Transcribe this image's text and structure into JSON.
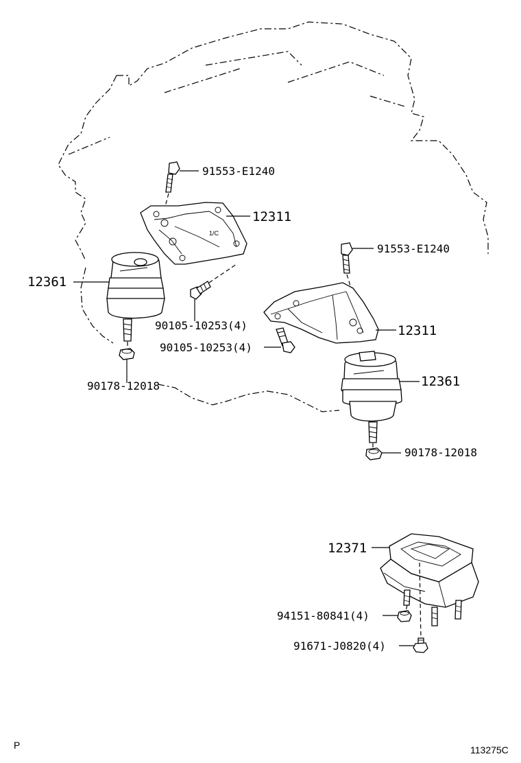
{
  "labels": {
    "bolt_top_left": "91553-E1240",
    "bracket_left": "12311",
    "insulator_left": "12361",
    "bolt_left_4": "90105-10253(4)",
    "nut_left": "90178-12018",
    "bolt_top_right": "91553-E1240",
    "bracket_right": "12311",
    "bolt_right_4": "90105-10253(4)",
    "insulator_right": "12361",
    "nut_right": "90178-12018",
    "rear_mount": "12371",
    "nut_rear_4": "94151-80841(4)",
    "bolt_rear_4": "91671-J0820(4)"
  },
  "corner": {
    "left_mark": "P",
    "figure_number": "113275C"
  }
}
